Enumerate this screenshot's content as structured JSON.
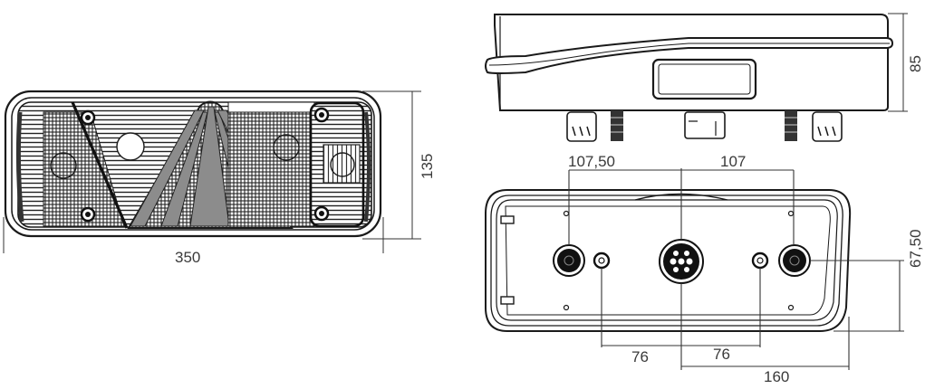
{
  "drawing": {
    "subject": "Rear combination lamp technical drawing",
    "views": {
      "front": {
        "label": "front-view",
        "dimensions": {
          "width": "350",
          "height": "135"
        }
      },
      "side": {
        "label": "side-view",
        "dimensions": {
          "depth": "85"
        }
      },
      "rear": {
        "label": "rear-view",
        "dimensions": {
          "left_connector_offset": "107,50",
          "right_connector_offset": "107",
          "left_stud_offset": "76",
          "right_stud_offset": "76",
          "right_edge_offset": "160",
          "connector_height": "67,50"
        }
      }
    },
    "colors": {
      "line": "#1a1a1a",
      "dimension_line": "#333333",
      "reflector_grey": "#8c8c8c",
      "background": "#ffffff"
    }
  }
}
